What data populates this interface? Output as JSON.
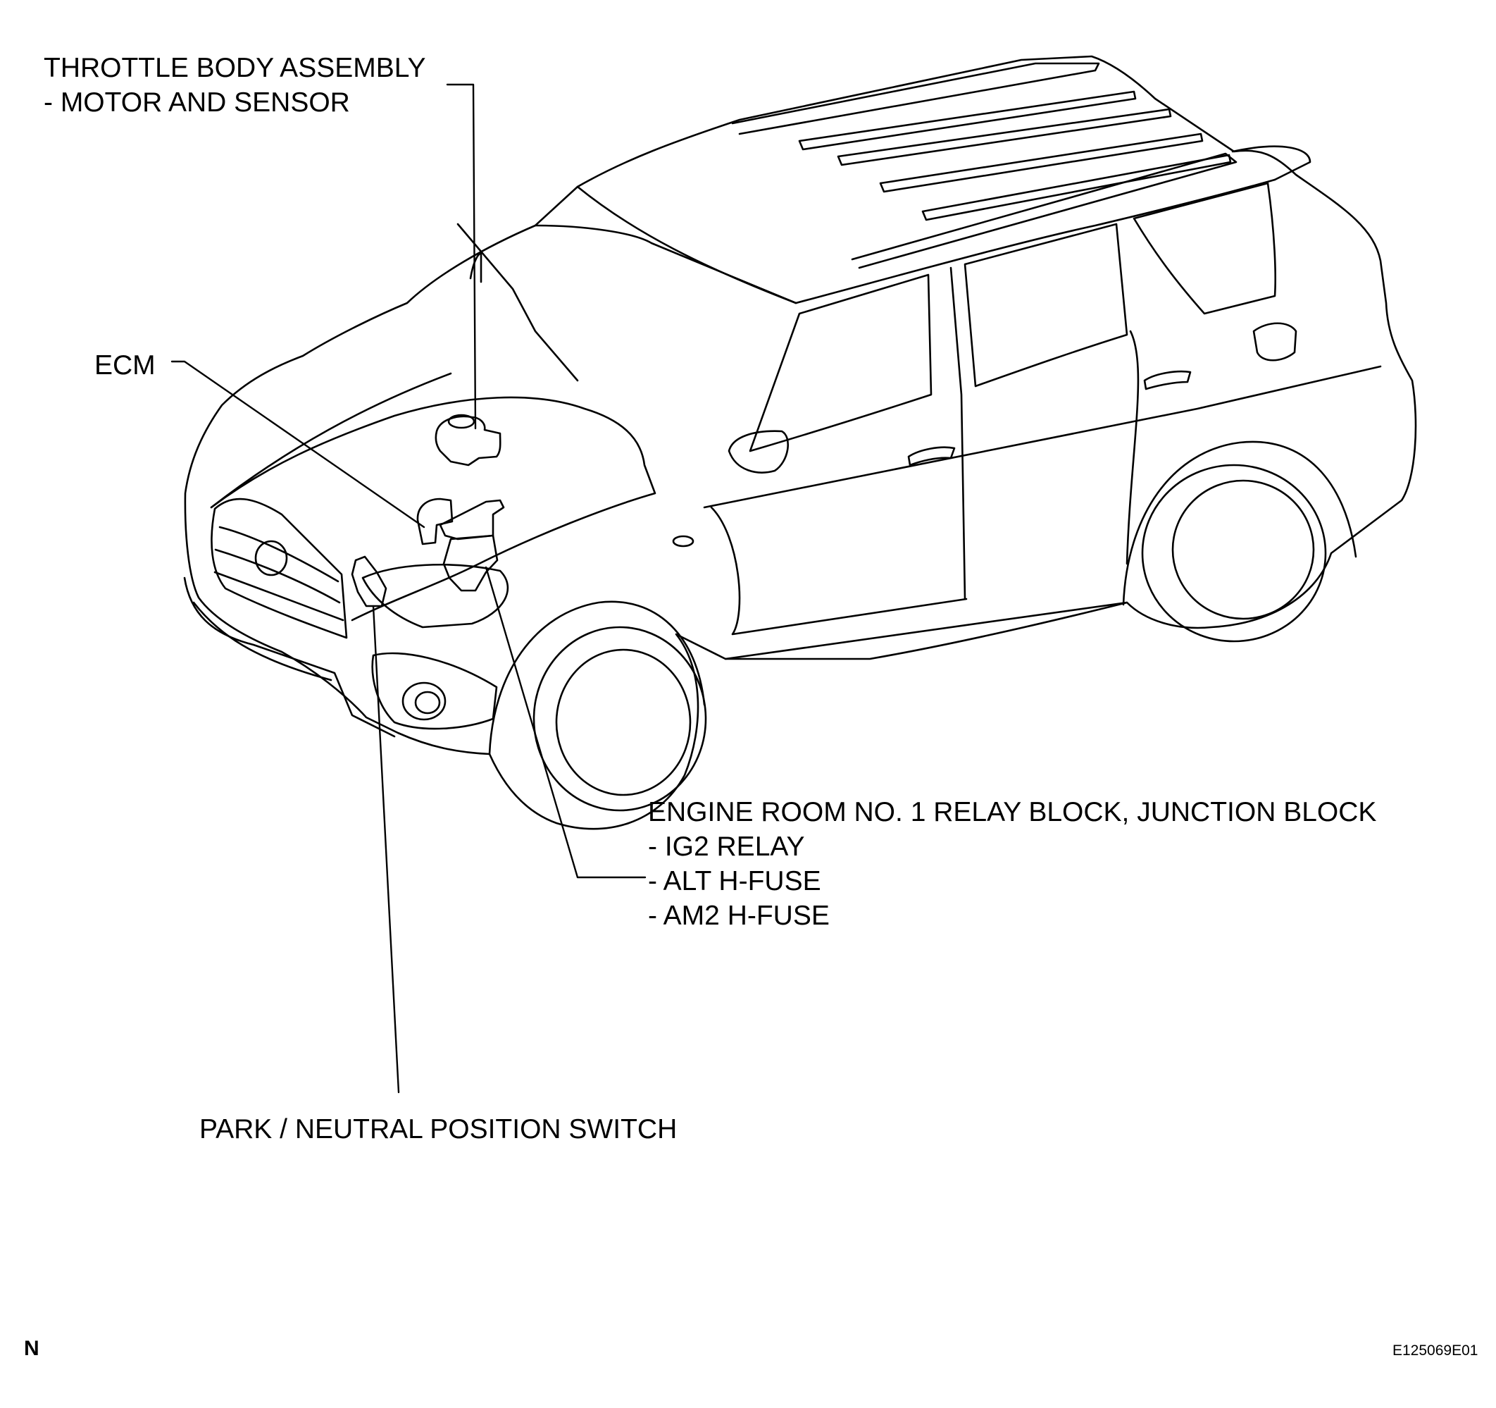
{
  "labels": {
    "throttle": {
      "title": "THROTTLE BODY ASSEMBLY",
      "items": [
        "- MOTOR AND SENSOR"
      ]
    },
    "ecm": {
      "title": "ECM"
    },
    "engine_room": {
      "title": "ENGINE ROOM NO. 1 RELAY BLOCK, JUNCTION BLOCK",
      "items": [
        "- IG2 RELAY",
        "- ALT H-FUSE",
        "- AM2 H-FUSE"
      ]
    },
    "park_switch": {
      "title": "PARK / NEUTRAL POSITION SWITCH"
    }
  },
  "corner": {
    "mark": "N",
    "figure_id": "E125069E01"
  },
  "style": {
    "ink": "#000000",
    "background": "#ffffff"
  }
}
